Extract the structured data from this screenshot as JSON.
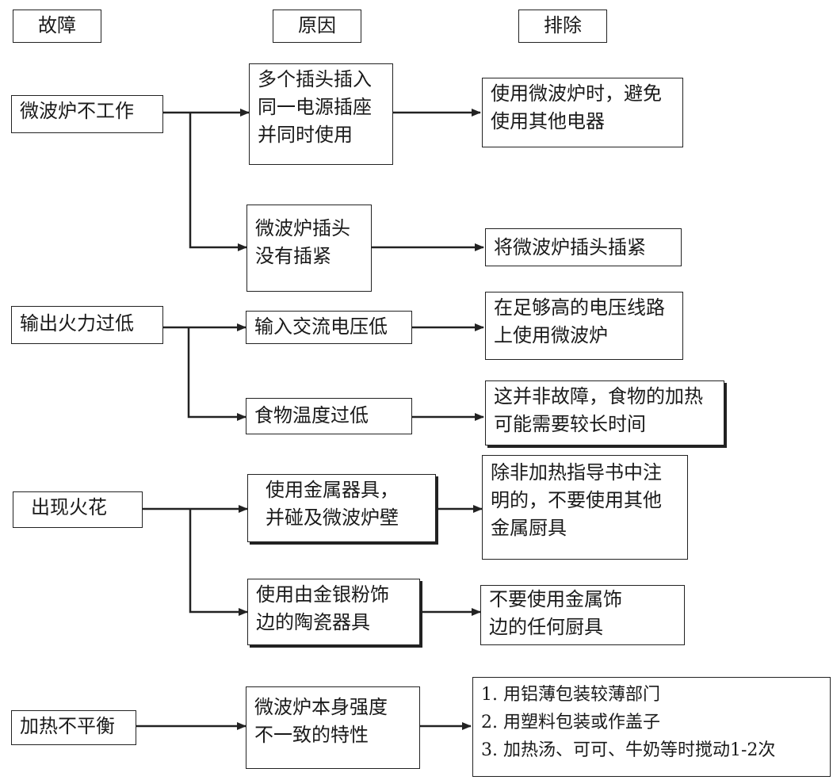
{
  "headers": {
    "fault": "故障",
    "cause": "原因",
    "fix": "排除"
  },
  "groups": [
    {
      "fault": "微波炉不工作",
      "rows": [
        {
          "cause": [
            "多个插头插入",
            "同一电源插座",
            "并同时使用"
          ],
          "fix": [
            "使用微波炉时，避免",
            "使用其他电器"
          ]
        },
        {
          "cause": [
            "微波炉插头",
            "没有插紧"
          ],
          "fix": [
            "将微波炉插头插紧"
          ]
        }
      ]
    },
    {
      "fault": "输出火力过低",
      "rows": [
        {
          "cause": [
            "输入交流电压低"
          ],
          "fix": [
            "在足够高的电压线路",
            "上使用微波炉"
          ]
        },
        {
          "cause": [
            "食物温度过低"
          ],
          "fix": [
            "这并非故障，食物的加热",
            " 可能需要较长时间"
          ]
        }
      ]
    },
    {
      "fault": "出现火花",
      "rows": [
        {
          "cause": [
            "使用金属器具，",
            "并碰及微波炉壁"
          ],
          "fix": [
            "除非加热指导书中注",
            "明的，不要使用其他",
            "金属厨具"
          ]
        },
        {
          "cause": [
            "使用由金银粉饰",
            "边的陶瓷器具"
          ],
          "fix": [
            "不要使用金属饰",
            " 边的任何厨具"
          ]
        }
      ]
    },
    {
      "fault": "加热不平衡",
      "rows": [
        {
          "cause": [
            "微波炉本身强度",
            " 不一致的特性"
          ],
          "fix": [
            "1. 用铝薄包装较薄部门",
            "2. 用塑料包装或作盖子",
            "3. 加热汤、可可、牛奶等时搅动1-2次"
          ]
        }
      ]
    }
  ]
}
